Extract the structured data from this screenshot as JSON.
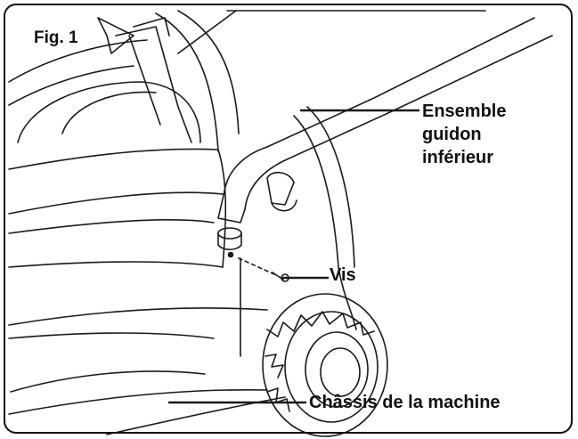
{
  "figure": {
    "title": "Fig. 1",
    "callouts": {
      "handle_line1": "Ensemble",
      "handle_line2": "guidon",
      "handle_line3": "inférieur",
      "screw": "Vis",
      "chassis": "Châssis de la machine"
    }
  }
}
